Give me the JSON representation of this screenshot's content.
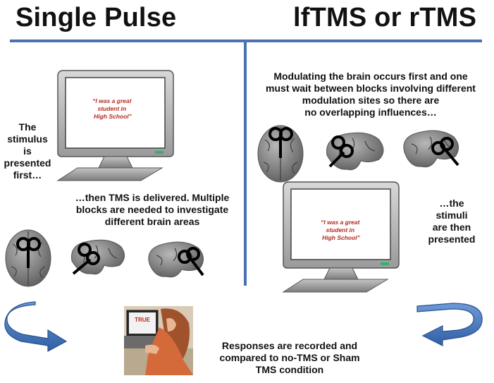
{
  "titles": {
    "left": "Single Pulse",
    "right": "lfTMS or rTMS"
  },
  "left": {
    "stimulus_text": [
      "The",
      "stimulus",
      "is",
      "presented",
      "first…"
    ],
    "tms_text": [
      "…then TMS is delivered. Multiple",
      "blocks are needed to investigate",
      "different brain areas"
    ],
    "screen_quote": [
      "“I was a great",
      "student in",
      "High School”"
    ]
  },
  "right": {
    "modulating_text": [
      "Modulating the brain occurs first and one",
      "must wait between blocks involving different",
      "modulation sites so there are",
      "no overlapping influences…"
    ],
    "stimuli_text": [
      "…the",
      "stimuli",
      "are then",
      "presented"
    ],
    "screen_quote": [
      "“I was a great",
      "student in",
      "High School”"
    ]
  },
  "bottom": {
    "laptop_label": "TRUE",
    "responses_text": [
      "Responses are recorded and",
      "compared to no-TMS or Sham",
      "TMS condition"
    ]
  },
  "colors": {
    "divider": "#4a72b0",
    "arrow": "#3d6fb6",
    "screen_text": "#b5281e",
    "led": "#2db36b",
    "brain": "#8a8a8a"
  },
  "icons": [
    "monitor-icon",
    "brain-icon",
    "tms-coil-icon",
    "circular-arrow-icon",
    "laptop-user-icon"
  ]
}
